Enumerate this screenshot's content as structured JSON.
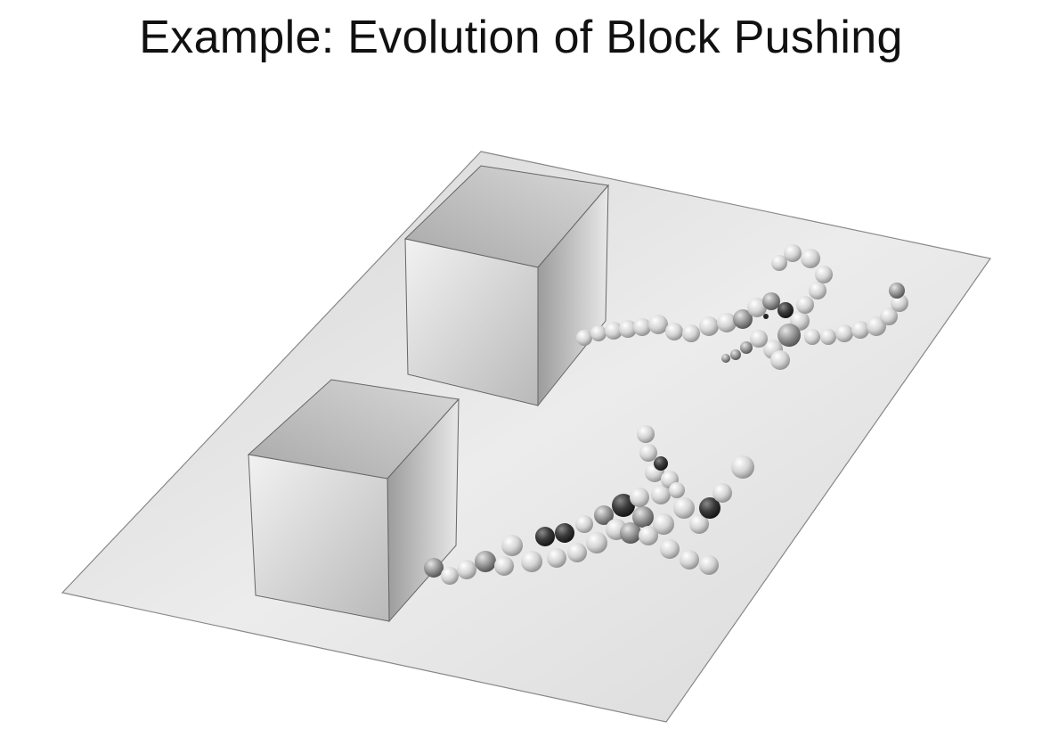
{
  "slide": {
    "title": "Example: Evolution of Block Pushing"
  },
  "scene": {
    "objects": [
      "ground-plane",
      "block",
      "block",
      "sphere-chain-creature",
      "sphere-chain-creature"
    ]
  }
}
